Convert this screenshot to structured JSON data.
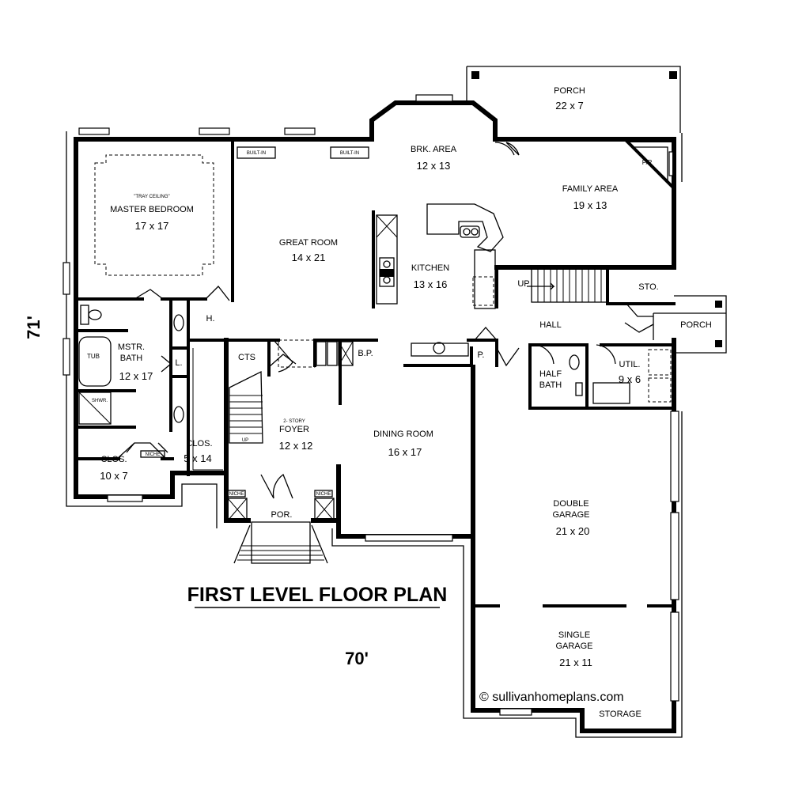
{
  "plan": {
    "title": "FIRST LEVEL FLOOR PLAN",
    "width_dim": "70'",
    "depth_dim": "71'",
    "credit": "© sullivanhomeplans.com"
  },
  "rooms": {
    "porch_top": {
      "name": "PORCH",
      "size": "22 x 7"
    },
    "brk_area": {
      "name": "BRK. AREA",
      "size": "12 x 13"
    },
    "family_area": {
      "name": "FAMILY AREA",
      "size": "19 x 13"
    },
    "fp": {
      "name": "F/P"
    },
    "master_bedroom": {
      "note": "\"TRAY CEILING\"",
      "name": "MASTER BEDROOM",
      "size": "17 x 17"
    },
    "great_room": {
      "name": "GREAT ROOM",
      "size": "14 x 21"
    },
    "kitchen": {
      "name": "KITCHEN",
      "size": "13 x 16"
    },
    "up_stair": {
      "name": "UP"
    },
    "sto": {
      "name": "STO."
    },
    "hall": {
      "name": "HALL"
    },
    "porch_side": {
      "name": "PORCH"
    },
    "h": {
      "name": "H."
    },
    "mstr_bath": {
      "name1": "MSTR.",
      "name2": "BATH",
      "size": "12 x 17"
    },
    "tub": {
      "name": "TUB"
    },
    "l": {
      "name": "L."
    },
    "cts": {
      "name": "CTS"
    },
    "bp": {
      "name": "B.P."
    },
    "p": {
      "name": "P."
    },
    "half_bath": {
      "name1": "HALF",
      "name2": "BATH"
    },
    "util": {
      "name": "UTIL.",
      "size": "9 x 6"
    },
    "shwr": {
      "name": "SHWR."
    },
    "foyer": {
      "name1": "2- STORY",
      "name2": "FOYER",
      "size": "12 x 12"
    },
    "foyer_up": {
      "name": "UP"
    },
    "dining_room": {
      "name": "DINING ROOM",
      "size": "16 x 17"
    },
    "clos_small": {
      "name": "CLOS.",
      "size": "5 x 14"
    },
    "clos": {
      "name": "CLOS.",
      "size": "10 x 7"
    },
    "por": {
      "name": "POR."
    },
    "double_garage": {
      "name1": "DOUBLE",
      "name2": "GARAGE",
      "size": "21 x 20"
    },
    "single_garage": {
      "name1": "SINGLE",
      "name2": "GARAGE",
      "size": "21 x 11"
    },
    "storage": {
      "name": "STORAGE"
    }
  },
  "fixtures": {
    "built_in_1": "BUILT-IN",
    "built_in_2": "BUILT-IN",
    "niche_1": "NICHE",
    "niche_2": "NICHE",
    "niche_3": "NICHE"
  }
}
